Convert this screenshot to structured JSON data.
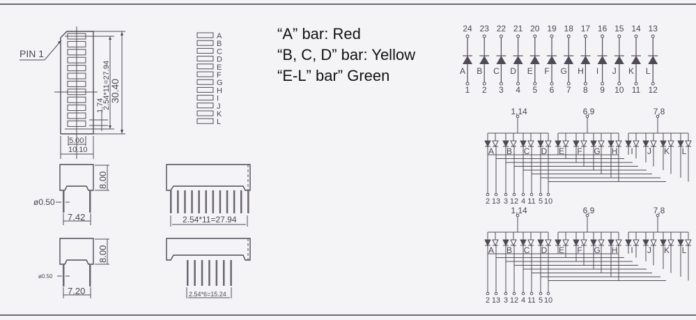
{
  "legend": {
    "lines": [
      "“A” bar: Red",
      "“B, C, D” bar: Yellow",
      "“E-L” bar” Green"
    ]
  },
  "front_view": {
    "pin1_label": "PIN 1",
    "dim_height_total": "30.40",
    "dim_pitch_span": "2.54*11=27.94",
    "dim_segment": "1.74",
    "dim_inner_width": "5.00",
    "dim_outer_width": "10.10",
    "segment_count": 12
  },
  "segment_map": {
    "labels": [
      "A",
      "B",
      "C",
      "D",
      "E",
      "F",
      "G",
      "H",
      "I",
      "J",
      "K",
      "L"
    ]
  },
  "side_view_1": {
    "height": "8.00",
    "pin_diameter": "ø0.50",
    "pin_spacing": "7.42"
  },
  "side_view_2": {
    "height": "8.00",
    "pin_diameter": "ø0.50",
    "pin_spacing": "7.20"
  },
  "bottom_view_1": {
    "pin_span": "2.54*11=27.94",
    "pin_count": 12
  },
  "bottom_view_2": {
    "pin_span": "2.54*6=15.24",
    "pin_count": 7
  },
  "schematic_single": {
    "top_pins": [
      "24",
      "23",
      "22",
      "21",
      "20",
      "19",
      "18",
      "17",
      "16",
      "15",
      "14",
      "13"
    ],
    "bottom_pins": [
      "1",
      "2",
      "3",
      "4",
      "5",
      "6",
      "7",
      "8",
      "9",
      "10",
      "11",
      "12"
    ],
    "labels": [
      "A",
      "B",
      "C",
      "D",
      "E",
      "F",
      "G",
      "H",
      "I",
      "J",
      "K",
      "L"
    ]
  },
  "schematic_bicolor_1": {
    "common_pins": [
      "1,14",
      "6,9",
      "7,8"
    ],
    "labels": [
      "A",
      "B",
      "C",
      "D",
      "E",
      "F",
      "G",
      "H",
      "I",
      "J",
      "K",
      "L"
    ],
    "bottom_pins": [
      "2",
      "13",
      "3",
      "12",
      "4",
      "11",
      "5",
      "10"
    ],
    "second_led": "filled"
  },
  "schematic_bicolor_2": {
    "common_pins": [
      "1,14",
      "6,9",
      "7,8"
    ],
    "labels": [
      "A",
      "B",
      "C",
      "D",
      "E",
      "F",
      "G",
      "H",
      "I",
      "J",
      "K",
      "L"
    ],
    "bottom_pins": [
      "2",
      "13",
      "3",
      "12",
      "4",
      "11",
      "5",
      "10"
    ],
    "second_led": "outline"
  }
}
